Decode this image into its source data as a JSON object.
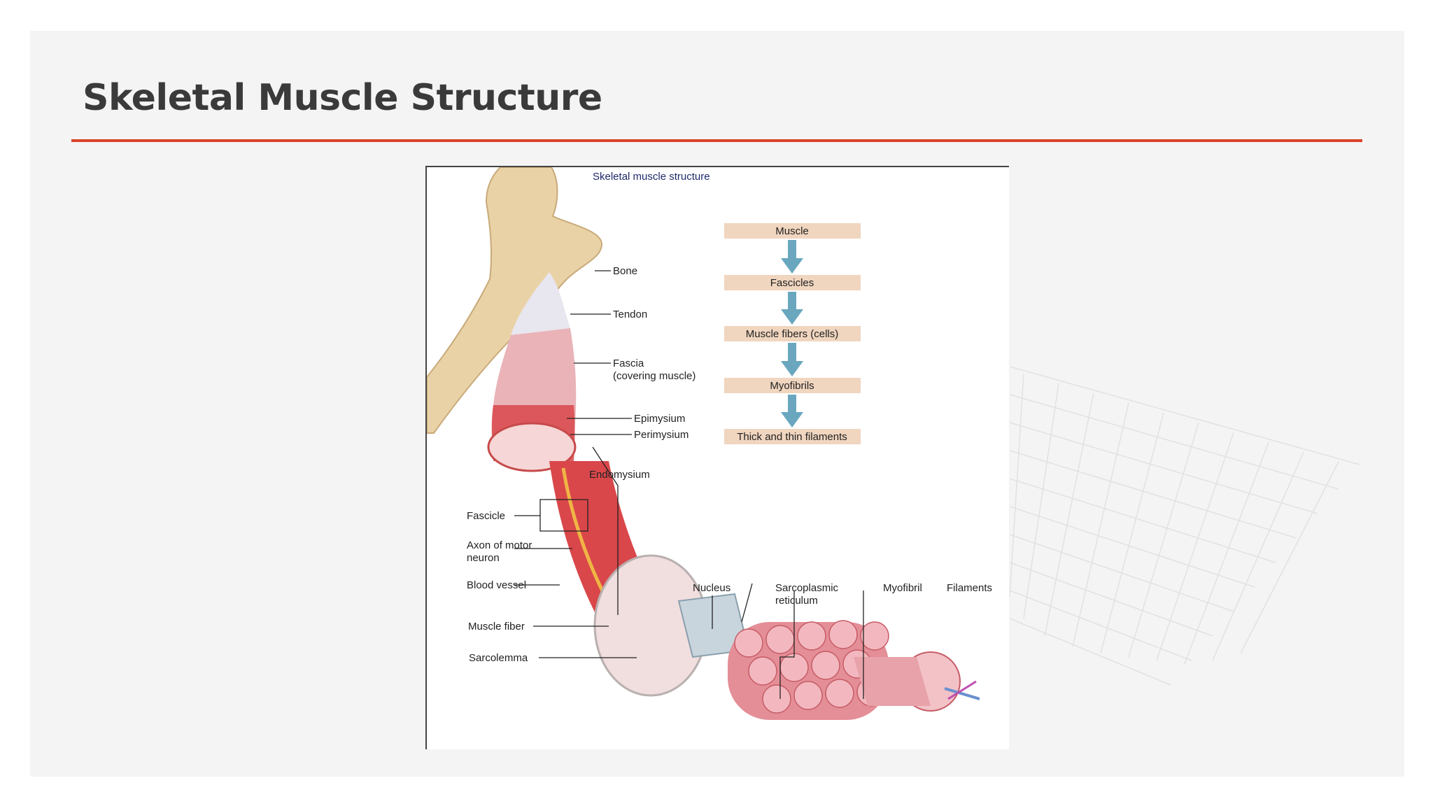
{
  "slide": {
    "title": "Skeletal Muscle Structure",
    "accent_color": "#d9442a"
  },
  "figure": {
    "title": "Skeletal muscle structure",
    "hierarchy": [
      "Muscle",
      "Fascicles",
      "Muscle fibers (cells)",
      "Myofibrils",
      "Thick and thin filaments"
    ],
    "labels": {
      "bone": "Bone",
      "tendon": "Tendon",
      "fascia_1": "Fascia",
      "fascia_2": "(covering muscle)",
      "epimysium": "Epimysium",
      "perimysium": "Perimysium",
      "endomysium": "Endomysium",
      "fascicle": "Fascicle",
      "axon_1": "Axon of motor",
      "axon_2": "neuron",
      "blood_vessel": "Blood vessel",
      "muscle_fiber": "Muscle fiber",
      "sarcolemma": "Sarcolemma",
      "nucleus": "Nucleus",
      "sr_1": "Sarcoplasmic",
      "sr_2": "reticulum",
      "myofibril": "Myofibril",
      "filaments": "Filaments"
    },
    "colors": {
      "bone": "#e9d2a6",
      "muscle": "#d9474a",
      "hierarchy_box": "#f0d5bf",
      "hierarchy_arrow": "#6aa7bf"
    }
  }
}
